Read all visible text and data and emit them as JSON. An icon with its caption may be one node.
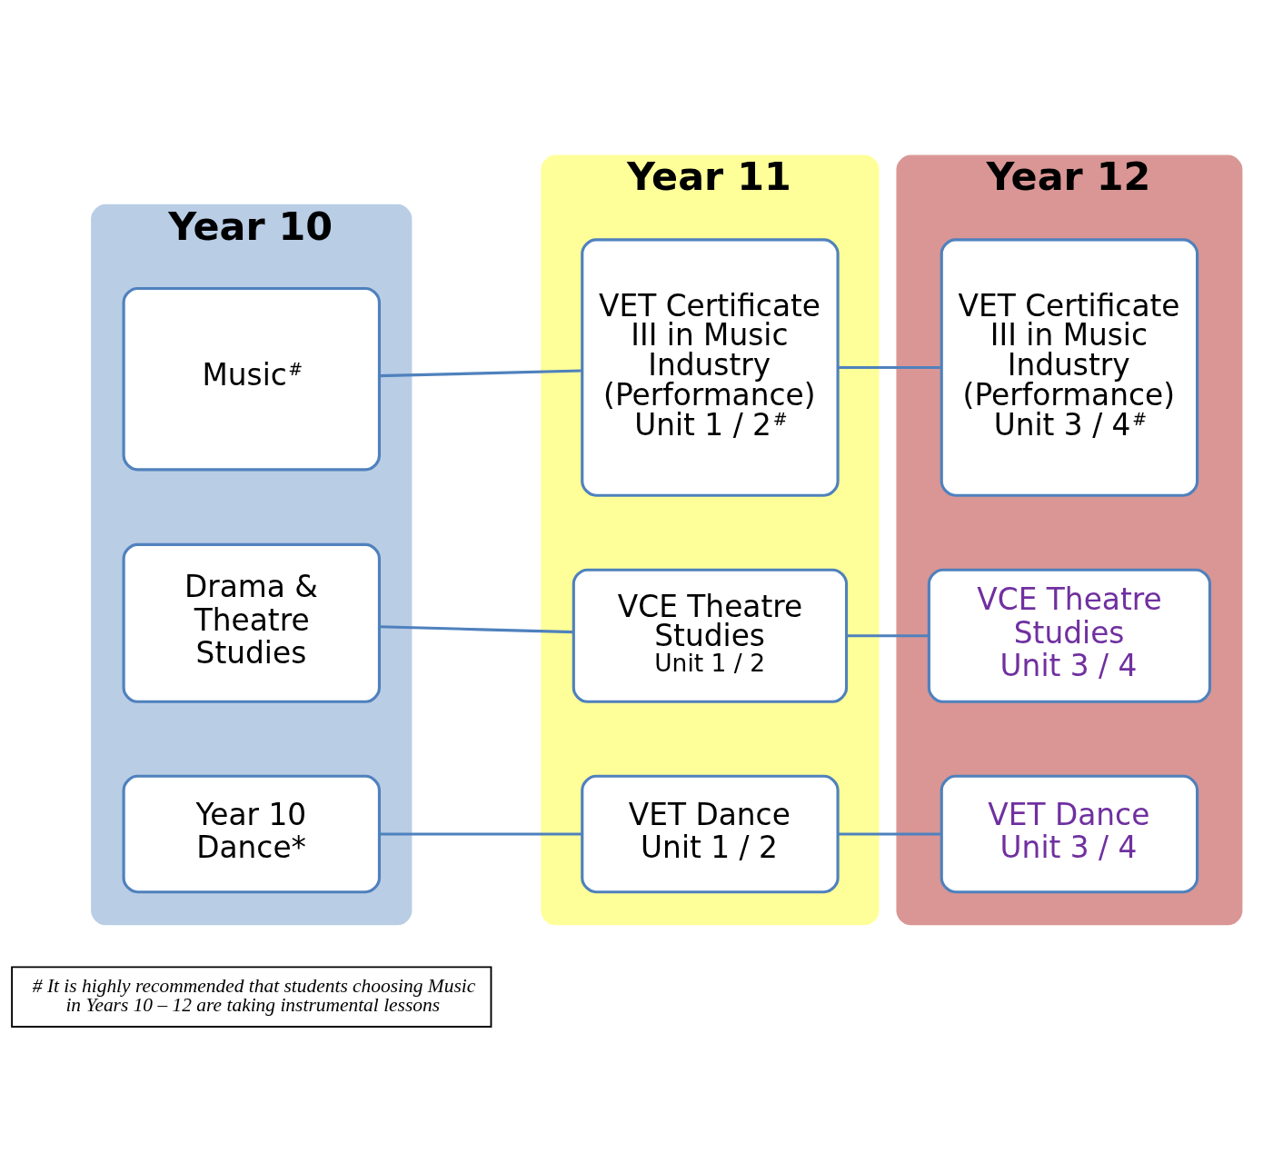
{
  "diagram": {
    "nodes": [
      {
        "text": [
          "Year 10"
        ]
      },
      {
        "text": [
          "Music$^{#}$"
        ],
        "in": 0
      },
      {
        "text": [
          "Drama & Theatre Studies"
        ],
        "in": 0
      },
      {
        "text": [
          "Year 10 Dance*"
        ],
        "in": 0
      },
      {
        "text": [
          "Year 11"
        ]
      },
      {
        "text": [
          "VET Certificate III in Music Industry (Performance)",
          "Unit 1 / 2$^{#}$"
        ],
        "in": 4
      },
      {
        "text": [
          "VCE Theatre Studies",
          "Unit 1 / 2"
        ],
        "in": 4
      },
      {
        "text": [
          "VET Dance",
          "Unit 1 / 2"
        ],
        "in": 4
      },
      {
        "text": [
          "Year 12"
        ]
      },
      {
        "text": [
          "VET Certificate III in Music Industry (Performance)",
          "Unit 3 / 4$^{#}$"
        ],
        "in": 8
      },
      {
        "text": [
          "VCE Theatre Studies",
          "Unit 3 / 4"
        ],
        "in": 8
      },
      {
        "text": [
          "VET Dance",
          "Unit 3 / 4"
        ],
        "in": 8
      },
      {
        "text": [
          "# It is highly recommended that students choosing Music in Years 10 – 12 are taking instrumental lessons"
        ]
      }
    ],
    "edges": [
      {
        "from": 1,
        "to": 5,
        "arrow": "none"
      },
      {
        "from": 5,
        "to": 9,
        "arrow": "none"
      },
      {
        "from": 2,
        "to": 6,
        "arrow": "none"
      },
      {
        "from": 6,
        "to": 10,
        "arrow": "none"
      },
      {
        "from": 3,
        "to": 7,
        "arrow": "none"
      },
      {
        "from": 7,
        "to": 11,
        "arrow": "none"
      }
    ]
  }
}
